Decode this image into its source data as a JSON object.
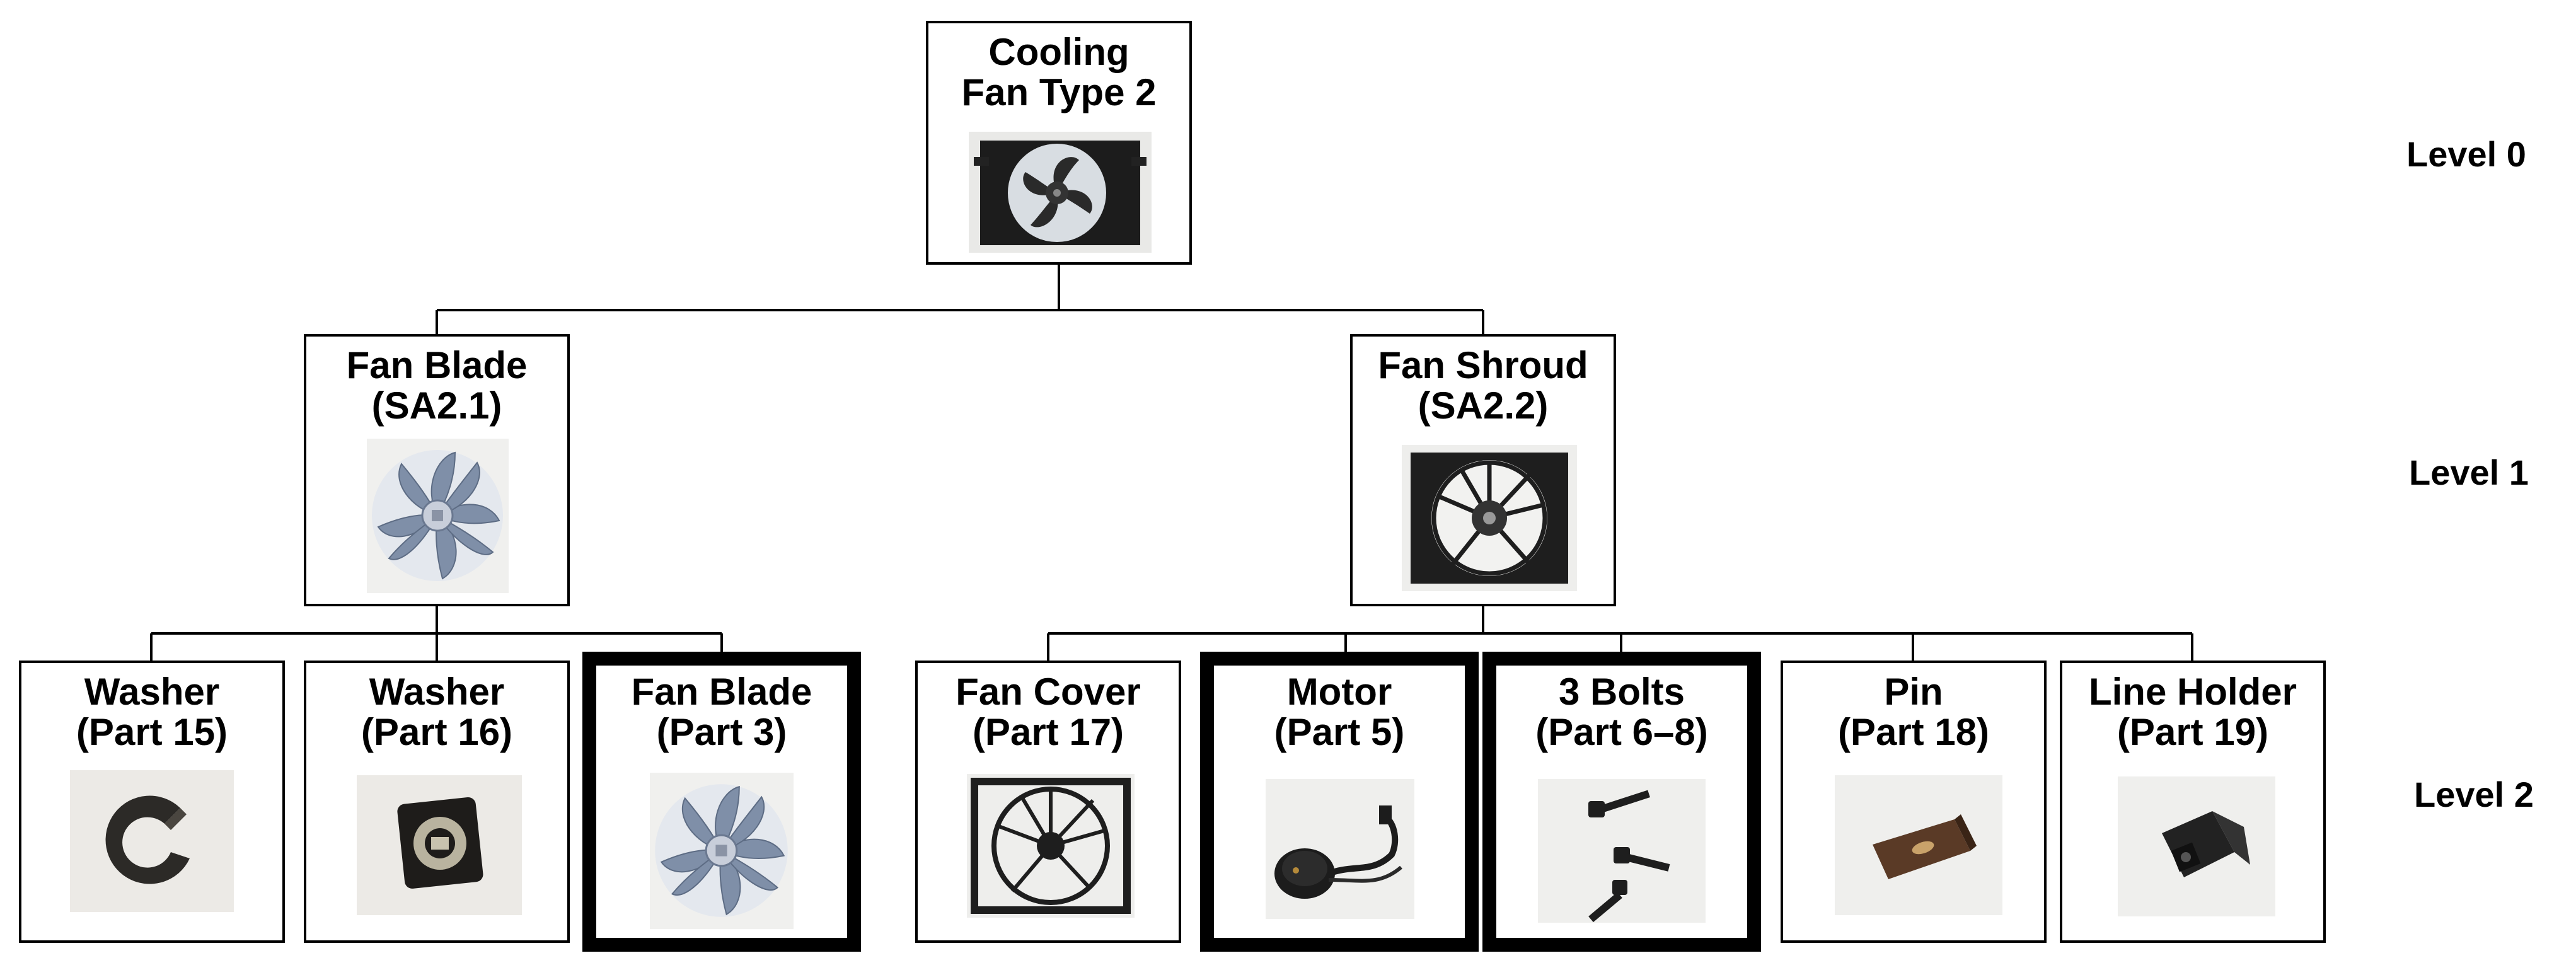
{
  "levels": {
    "level0": "Level 0",
    "level1": "Level 1",
    "level2": "Level 2"
  },
  "root": {
    "line1": "Cooling",
    "line2": "Fan Type 2",
    "image": "cooling-fan-assembly-photo"
  },
  "subassemblies": [
    {
      "line1": "Fan Blade",
      "line2": "(SA2.1)",
      "image": "fan-blade-photo"
    },
    {
      "line1": "Fan Shroud",
      "line2": "(SA2.2)",
      "image": "fan-shroud-photo"
    }
  ],
  "parts": [
    {
      "line1": "Washer",
      "line2": "(Part 15)",
      "image": "washer-c-clip-photo",
      "highlighted": false
    },
    {
      "line1": "Washer",
      "line2": "(Part 16)",
      "image": "washer-square-photo",
      "highlighted": false
    },
    {
      "line1": "Fan Blade",
      "line2": "(Part 3)",
      "image": "fan-blade-photo",
      "highlighted": true
    },
    {
      "line1": "Fan Cover",
      "line2": "(Part 17)",
      "image": "fan-cover-photo",
      "highlighted": false
    },
    {
      "line1": "Motor",
      "line2": "(Part 5)",
      "image": "motor-photo",
      "highlighted": true
    },
    {
      "line1": "3 Bolts",
      "line2": "(Part 6–8)",
      "image": "bolts-photo",
      "highlighted": true
    },
    {
      "line1": "Pin",
      "line2": "(Part 18)",
      "image": "pin-photo",
      "highlighted": false
    },
    {
      "line1": "Line Holder",
      "line2": "(Part 19)",
      "image": "line-holder-photo",
      "highlighted": false
    }
  ]
}
